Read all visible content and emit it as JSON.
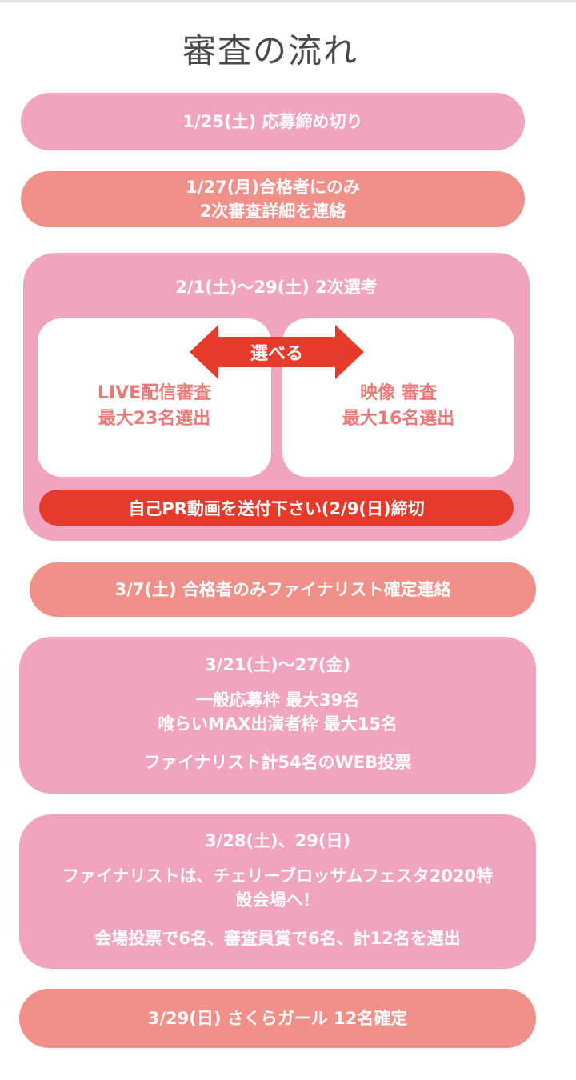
{
  "title": "審査の流れ",
  "steps": {
    "step1": {
      "text": "1/25(土)  応募締め切り"
    },
    "step2": {
      "line1": "1/27(月)合格者にのみ",
      "line2": "2次審査詳細を連絡"
    },
    "step3": {
      "heading": "2/1(土)〜29(土) 2次選考",
      "choose_label": "選べる",
      "live": {
        "line1": "LIVE配信審査",
        "line2": "最大23名選出"
      },
      "video": {
        "line1": "映像 審査",
        "line2": "最大16名選出"
      },
      "pr_notice": "自己PR動画を送付下さい(2/9(日)締切"
    },
    "step4": {
      "text": "3/7(土) 合格者のみファイナリスト確定連絡"
    },
    "step5": {
      "date": "3/21(土)〜27(金)",
      "line1": "一般応募枠 最大39名",
      "line2": "喰らいMAX出演者枠 最大15名",
      "line3": "ファイナリスト計54名のWEB投票"
    },
    "step6": {
      "date": "3/28(土)、29(日)",
      "line1": "ファイナリストは、チェリーブロッサムフェスタ2020特",
      "line2": "設会場へ！",
      "line3": "会場投票で6名、審査員賞で6名、計12名を選出"
    },
    "step7": {
      "text": "3/29(日) さくらガール 12名確定"
    }
  },
  "colors": {
    "pink": "#f1a4bd",
    "salmon": "#f09088",
    "red": "#e83a2a",
    "option_text": "#ea7a78"
  },
  "icons": {
    "arrow": "double-arrow-icon"
  }
}
